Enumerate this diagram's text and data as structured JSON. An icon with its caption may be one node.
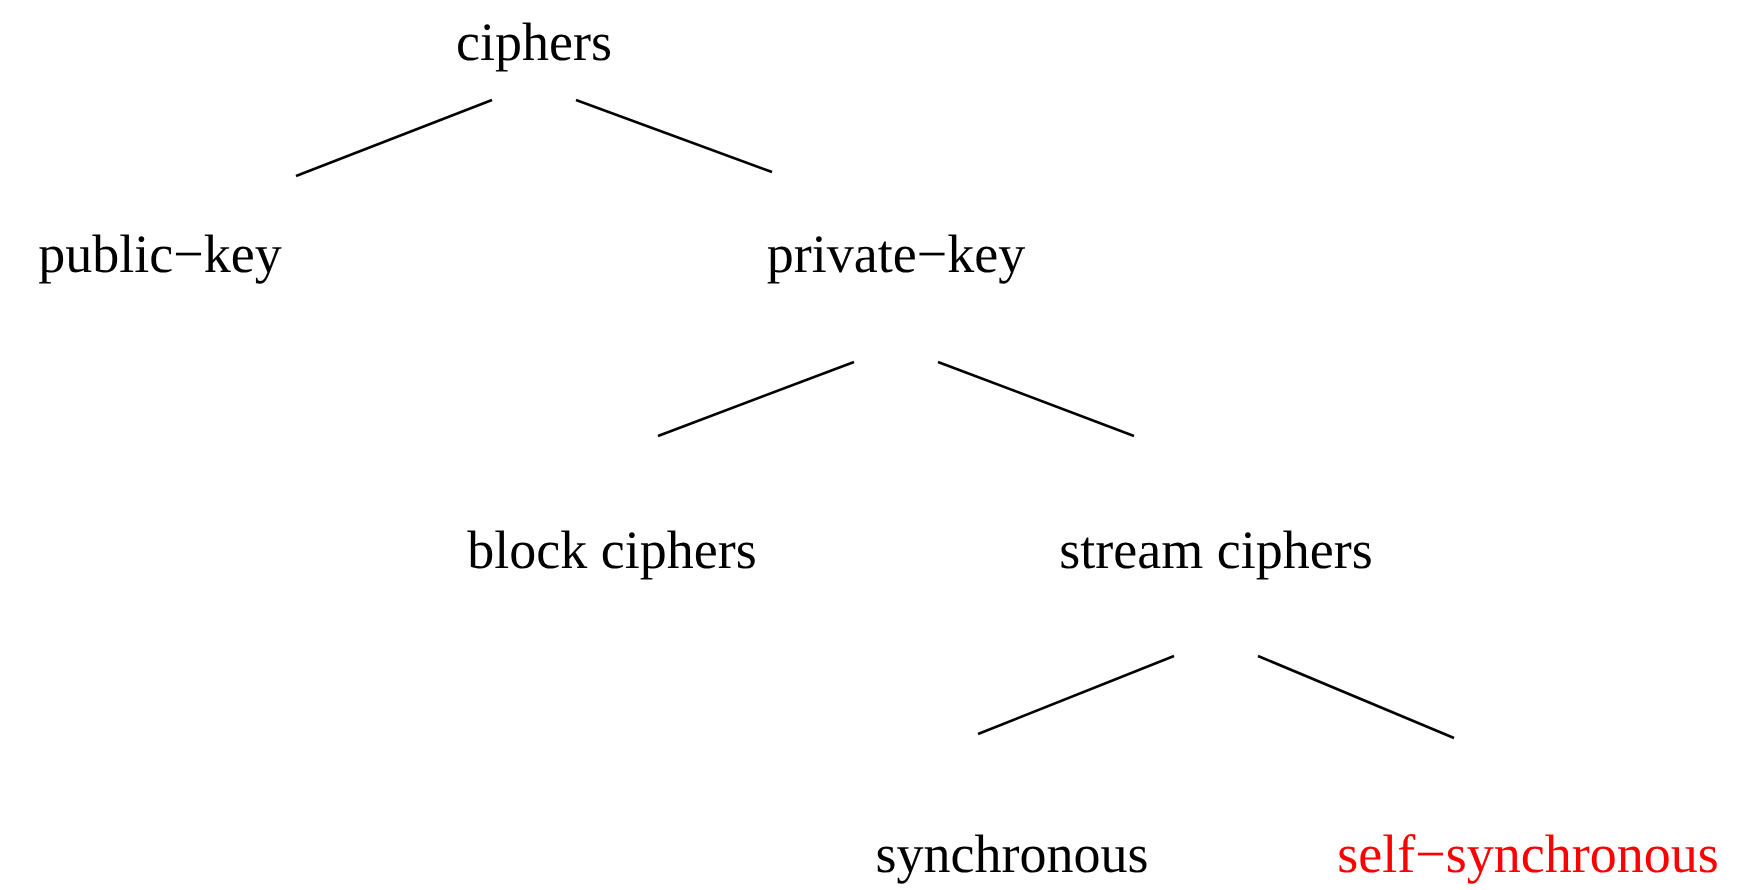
{
  "diagram": {
    "nodes": [
      {
        "text": [
          "ciphers"
        ]
      },
      {
        "text": [
          "public−key"
        ]
      },
      {
        "text": [
          "private−key"
        ]
      },
      {
        "text": [
          "block ciphers"
        ]
      },
      {
        "text": [
          "stream ciphers"
        ]
      },
      {
        "text": [
          "synchronous"
        ]
      },
      {
        "text": [
          "self−synchronous"
        ]
      }
    ],
    "edges": [
      {
        "from": 0,
        "to": 1,
        "arrow": "none"
      },
      {
        "from": 0,
        "to": 2,
        "arrow": "none"
      },
      {
        "from": 2,
        "to": 3,
        "arrow": "none"
      },
      {
        "from": 2,
        "to": 4,
        "arrow": "none"
      },
      {
        "from": 4,
        "to": 5,
        "arrow": "none"
      },
      {
        "from": 4,
        "to": 6,
        "arrow": "none"
      }
    ]
  }
}
